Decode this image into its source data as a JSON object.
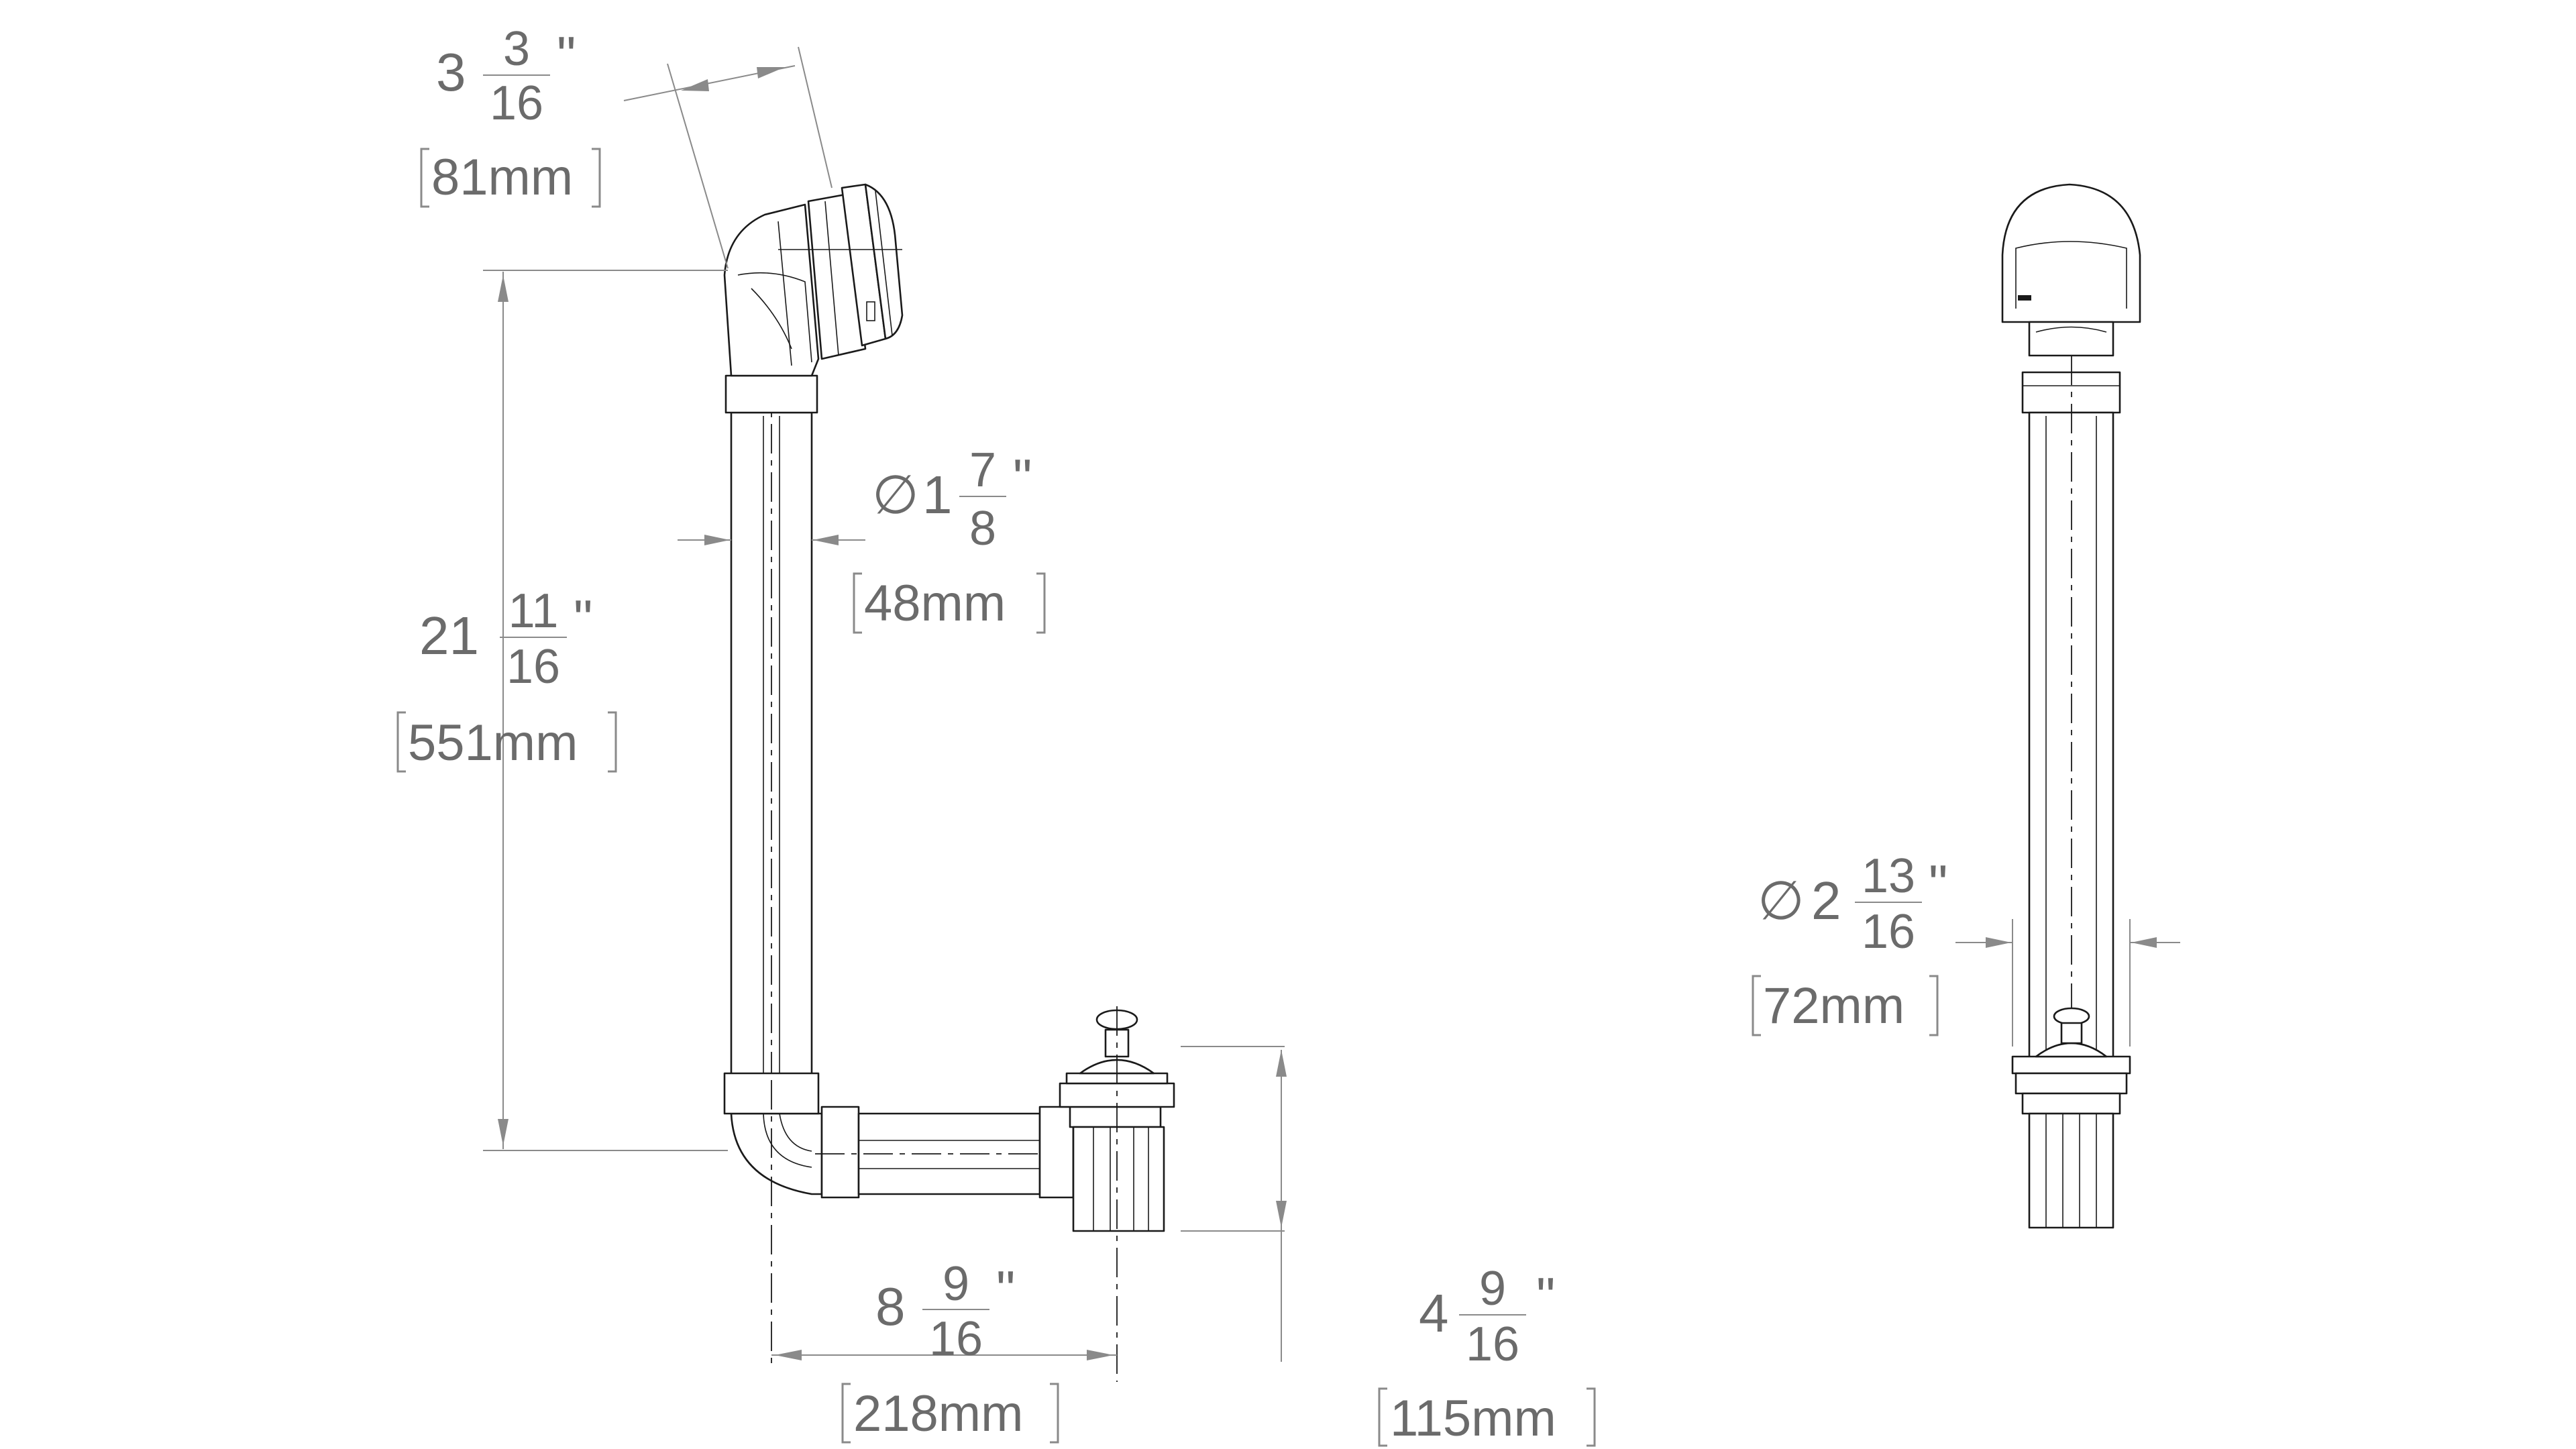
{
  "front_view": {
    "top_offset": {
      "whole": "3",
      "num": "3",
      "den": "16",
      "unit": "\"",
      "mm": "81mm"
    },
    "height": {
      "whole": "21",
      "num": "11",
      "den": "16",
      "unit": "\"",
      "mm": "551mm"
    },
    "pipe_diameter": {
      "symbol": "∅",
      "whole": "1",
      "num": "7",
      "den": "8",
      "unit": "\"",
      "mm": "48mm"
    },
    "length": {
      "whole": "8",
      "num": "9",
      "den": "16",
      "unit": "\"",
      "mm": "218mm"
    },
    "drain_height": {
      "whole": "4",
      "num": "9",
      "den": "16",
      "unit": "\"",
      "mm": "115mm"
    }
  },
  "side_view": {
    "diameter": {
      "symbol": "∅",
      "whole": "2",
      "num": "13",
      "den": "16",
      "unit": "\"",
      "mm": "72mm"
    }
  }
}
